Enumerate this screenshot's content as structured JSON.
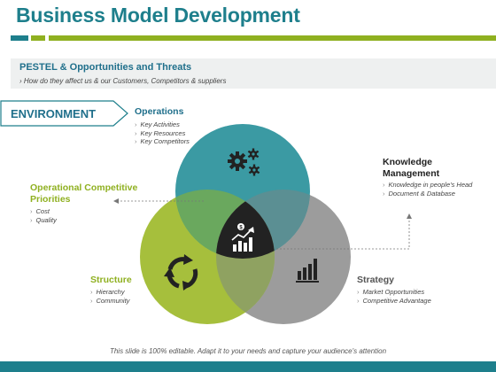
{
  "header": {
    "title": "Business Model Development"
  },
  "banner": {
    "title": "PESTEL &  Opportunities and Threats",
    "subtitle": "How do they affect us & our Customers, Competitors & suppliers"
  },
  "environment_tag": "ENVIRONMENT",
  "sections": {
    "operations": {
      "heading": "Operations",
      "items": [
        "Key Activities",
        "Key Resources",
        "Key Competitors"
      ]
    },
    "priorities": {
      "heading_line1": "Operational Competitive",
      "heading_line2": "Priorities",
      "items": [
        "Cost",
        "Quality"
      ]
    },
    "knowledge": {
      "heading_line1": "Knowledge",
      "heading_line2": "Management",
      "items": [
        "Knowledge in people's Head",
        "Document & Database"
      ]
    },
    "structure": {
      "heading": "Structure",
      "items": [
        "Hierarchy",
        "Community"
      ]
    },
    "strategy": {
      "heading": "Strategy",
      "items": [
        "Market Opportunities",
        "Competitive Advantage"
      ]
    }
  },
  "icons": {
    "operations": "gears-icon",
    "structure": "circular-arrows-icon",
    "strategy": "bar-chart-icon",
    "center": "growth-chart-icon"
  },
  "colors": {
    "teal": "#1e7f8c",
    "olive": "#8fb020",
    "circle_teal": "#3b9aa3",
    "circle_green": "#a6bf3c",
    "circle_gray": "#9c9c9c",
    "center": "#222222"
  },
  "footer": "This slide is 100% editable.  Adapt it to your needs and capture your audience's attention"
}
